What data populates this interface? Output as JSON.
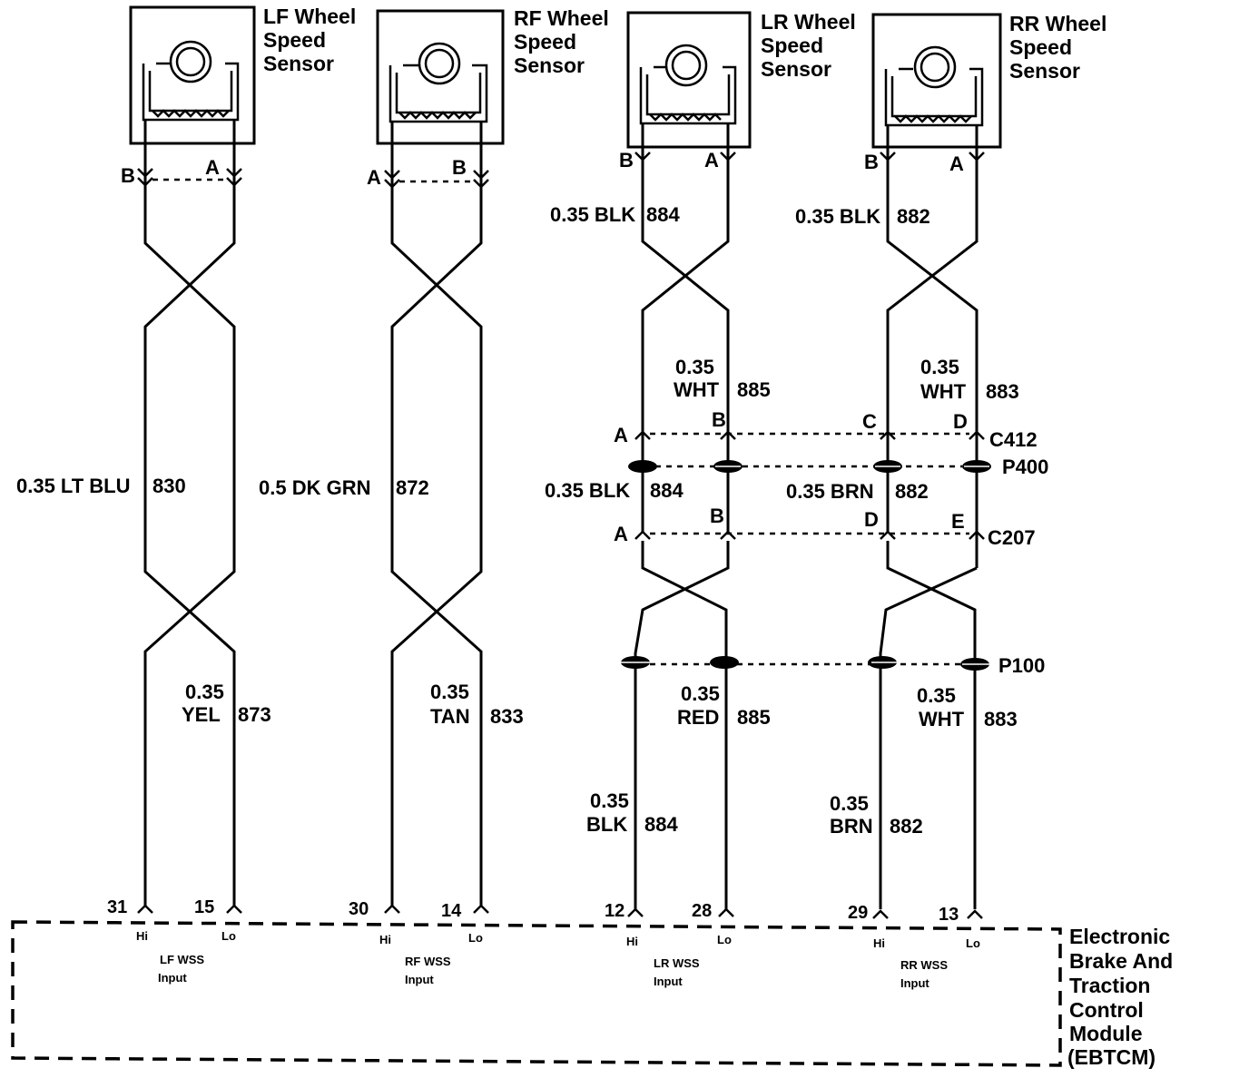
{
  "sensors": [
    {
      "line1": "LF Wheel",
      "line2": "Speed",
      "line3": "Sensor"
    },
    {
      "line1": "RF Wheel",
      "line2": "Speed",
      "line3": "Sensor"
    },
    {
      "line1": "LR Wheel",
      "line2": "Speed",
      "line3": "Sensor"
    },
    {
      "line1": "RR Wheel",
      "line2": "Speed",
      "line3": "Sensor"
    }
  ],
  "sensor_pins": {
    "lf_left": "B",
    "lf_right": "A",
    "rf_left": "A",
    "rf_right": "B",
    "lr_left": "B",
    "lr_right": "A",
    "rr_left": "B",
    "rr_right": "A"
  },
  "wires": {
    "lf_upper": {
      "gauge": "0.35 LT BLU",
      "circuit": "830"
    },
    "rf_upper": {
      "gauge": "0.5 DK GRN",
      "circuit": "872"
    },
    "lr_top": {
      "gauge": "0.35 BLK",
      "circuit": "884"
    },
    "rr_top": {
      "gauge": "0.35 BLK",
      "circuit": "882"
    },
    "lr_wht": {
      "gauge": "0.35",
      "color": "WHT",
      "circuit": "885"
    },
    "rr_wht": {
      "gauge": "0.35",
      "color": "WHT",
      "circuit": "883"
    },
    "lr_mid": {
      "gauge": "0.35 BLK",
      "circuit": "884"
    },
    "rr_mid": {
      "gauge": "0.35 BRN",
      "circuit": "882"
    },
    "lf_lower": {
      "gauge": "0.35",
      "color": "YEL",
      "circuit": "873"
    },
    "rf_lower": {
      "gauge": "0.35",
      "color": "TAN",
      "circuit": "833"
    },
    "lr_red": {
      "gauge": "0.35",
      "color": "RED",
      "circuit": "885"
    },
    "rr_wht2": {
      "gauge": "0.35",
      "color": "WHT",
      "circuit": "883"
    },
    "lr_blk": {
      "gauge": "0.35",
      "color": "BLK",
      "circuit": "884"
    },
    "rr_brn": {
      "gauge": "0.35",
      "color": "BRN",
      "circuit": "882"
    }
  },
  "connectors": {
    "c412": "C412",
    "c207": "C207",
    "p400": "P400",
    "p100": "P100",
    "c412_pins": [
      "A",
      "B",
      "C",
      "D"
    ],
    "c207_pins": [
      "A",
      "B",
      "D",
      "E"
    ]
  },
  "module_pins": [
    "31",
    "15",
    "30",
    "14",
    "12",
    "28",
    "29",
    "13"
  ],
  "hi": "Hi",
  "lo": "Lo",
  "inputs": [
    {
      "line1": "LF WSS",
      "line2": "Input"
    },
    {
      "line1": "RF WSS",
      "line2": "Input"
    },
    {
      "line1": "LR WSS",
      "line2": "Input"
    },
    {
      "line1": "RR WSS",
      "line2": "Input"
    }
  ],
  "module": {
    "line1": "Electronic",
    "line2": "Brake And",
    "line3": "Traction",
    "line4": "Control",
    "line5": "Module",
    "line6": "(EBTCM)"
  }
}
